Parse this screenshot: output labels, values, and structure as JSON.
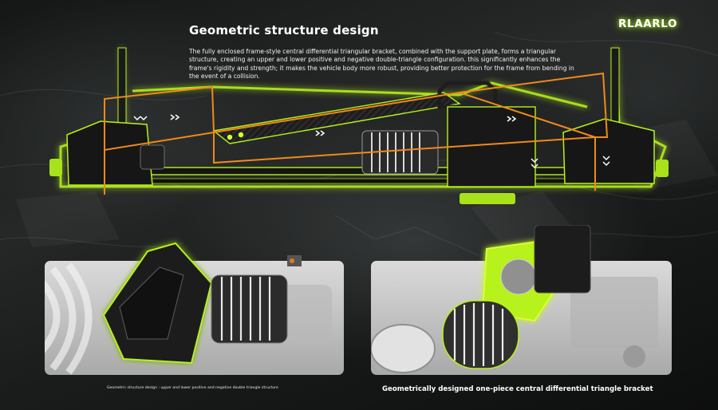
{
  "heading": {
    "title": "Geometric structure design"
  },
  "brand": {
    "logo_text": "RLAARLO"
  },
  "description": {
    "text": "The fully enclosed frame-style central differential triangular bracket, combined with the support plate, forms a triangular structure, creating an upper and lower positive and negative double-triangle configuration. this significantly enhances the frame's rigidity and strength; it makes the vehicle body more robust, providing better protection for the frame from bending in the event of a collision."
  },
  "panels": {
    "left_caption": "Geometric structure design : upper and lower positive and negative double triangle structure",
    "right_caption": "Geometrically designed one-piece central differential triangle bracket"
  },
  "icons": {
    "direction_arrows": "chevron-arrows-icon",
    "motor": "motor-icon"
  },
  "colors": {
    "accent_lime": "#b7f21a",
    "glow_lime": "#9be010",
    "triangle_outline": "#f08a18",
    "chassis_black": "#121212",
    "panel_grey": "#c4c4c4"
  }
}
